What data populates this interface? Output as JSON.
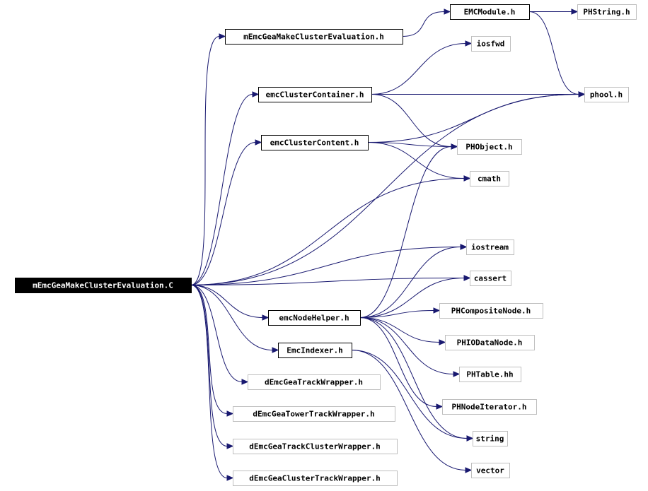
{
  "diagram": {
    "colors": {
      "edge": "#191970",
      "root_fill": "#000000",
      "root_text": "#ffffff",
      "box_border": "#000000",
      "external_border": "#bfbfbf",
      "text": "#000000"
    },
    "nodes": [
      {
        "id": "root",
        "label": "mEmcGeaMakeClusterEvaluation.C",
        "kind": "root"
      },
      {
        "id": "mEmcGeaH",
        "label": "mEmcGeaMakeClusterEvaluation.h",
        "kind": "local"
      },
      {
        "id": "EMCModule",
        "label": "EMCModule.h",
        "kind": "local"
      },
      {
        "id": "PHString",
        "label": "PHString.h",
        "kind": "external"
      },
      {
        "id": "iosfwd",
        "label": "iosfwd",
        "kind": "external"
      },
      {
        "id": "emcClusterContainer",
        "label": "emcClusterContainer.h",
        "kind": "local"
      },
      {
        "id": "phool",
        "label": "phool.h",
        "kind": "external"
      },
      {
        "id": "emcClusterContent",
        "label": "emcClusterContent.h",
        "kind": "local"
      },
      {
        "id": "PHObject",
        "label": "PHObject.h",
        "kind": "external"
      },
      {
        "id": "cmath",
        "label": "cmath",
        "kind": "external"
      },
      {
        "id": "iostream",
        "label": "iostream",
        "kind": "external"
      },
      {
        "id": "cassert",
        "label": "cassert",
        "kind": "external"
      },
      {
        "id": "emcNodeHelper",
        "label": "emcNodeHelper.h",
        "kind": "local"
      },
      {
        "id": "PHCompositeNode",
        "label": "PHCompositeNode.h",
        "kind": "external"
      },
      {
        "id": "PHIODataNode",
        "label": "PHIODataNode.h",
        "kind": "external"
      },
      {
        "id": "EmcIndexer",
        "label": "EmcIndexer.h",
        "kind": "local"
      },
      {
        "id": "PHTable",
        "label": "PHTable.hh",
        "kind": "external"
      },
      {
        "id": "dEmcGeaTrackWrapper",
        "label": "dEmcGeaTrackWrapper.h",
        "kind": "external"
      },
      {
        "id": "PHNodeIterator",
        "label": "PHNodeIterator.h",
        "kind": "external"
      },
      {
        "id": "dEmcGeaTowerTrackWrapper",
        "label": "dEmcGeaTowerTrackWrapper.h",
        "kind": "external"
      },
      {
        "id": "string",
        "label": "string",
        "kind": "external"
      },
      {
        "id": "dEmcGeaTrackClusterWrapper",
        "label": "dEmcGeaTrackClusterWrapper.h",
        "kind": "external"
      },
      {
        "id": "vector",
        "label": "vector",
        "kind": "external"
      },
      {
        "id": "dEmcGeaClusterTrackWrapper",
        "label": "dEmcGeaClusterTrackWrapper.h",
        "kind": "external"
      }
    ],
    "edges": [
      {
        "from": "root",
        "to": "mEmcGeaH"
      },
      {
        "from": "root",
        "to": "emcClusterContainer"
      },
      {
        "from": "root",
        "to": "emcClusterContent"
      },
      {
        "from": "root",
        "to": "cmath"
      },
      {
        "from": "root",
        "to": "phool"
      },
      {
        "from": "root",
        "to": "iostream"
      },
      {
        "from": "root",
        "to": "cassert"
      },
      {
        "from": "root",
        "to": "emcNodeHelper"
      },
      {
        "from": "root",
        "to": "EmcIndexer"
      },
      {
        "from": "root",
        "to": "dEmcGeaTrackWrapper"
      },
      {
        "from": "root",
        "to": "dEmcGeaTowerTrackWrapper"
      },
      {
        "from": "root",
        "to": "dEmcGeaTrackClusterWrapper"
      },
      {
        "from": "root",
        "to": "dEmcGeaClusterTrackWrapper"
      },
      {
        "from": "mEmcGeaH",
        "to": "EMCModule"
      },
      {
        "from": "EMCModule",
        "to": "PHString"
      },
      {
        "from": "EMCModule",
        "to": "phool"
      },
      {
        "from": "emcClusterContainer",
        "to": "iosfwd"
      },
      {
        "from": "emcClusterContainer",
        "to": "phool"
      },
      {
        "from": "emcClusterContainer",
        "to": "PHObject"
      },
      {
        "from": "emcClusterContent",
        "to": "phool"
      },
      {
        "from": "emcClusterContent",
        "to": "PHObject"
      },
      {
        "from": "emcClusterContent",
        "to": "cmath"
      },
      {
        "from": "emcNodeHelper",
        "to": "PHObject"
      },
      {
        "from": "emcNodeHelper",
        "to": "iostream"
      },
      {
        "from": "emcNodeHelper",
        "to": "cassert"
      },
      {
        "from": "emcNodeHelper",
        "to": "PHCompositeNode"
      },
      {
        "from": "emcNodeHelper",
        "to": "PHIODataNode"
      },
      {
        "from": "emcNodeHelper",
        "to": "PHTable"
      },
      {
        "from": "emcNodeHelper",
        "to": "PHNodeIterator"
      },
      {
        "from": "emcNodeHelper",
        "to": "string"
      },
      {
        "from": "EmcIndexer",
        "to": "string"
      },
      {
        "from": "EmcIndexer",
        "to": "vector"
      }
    ]
  }
}
